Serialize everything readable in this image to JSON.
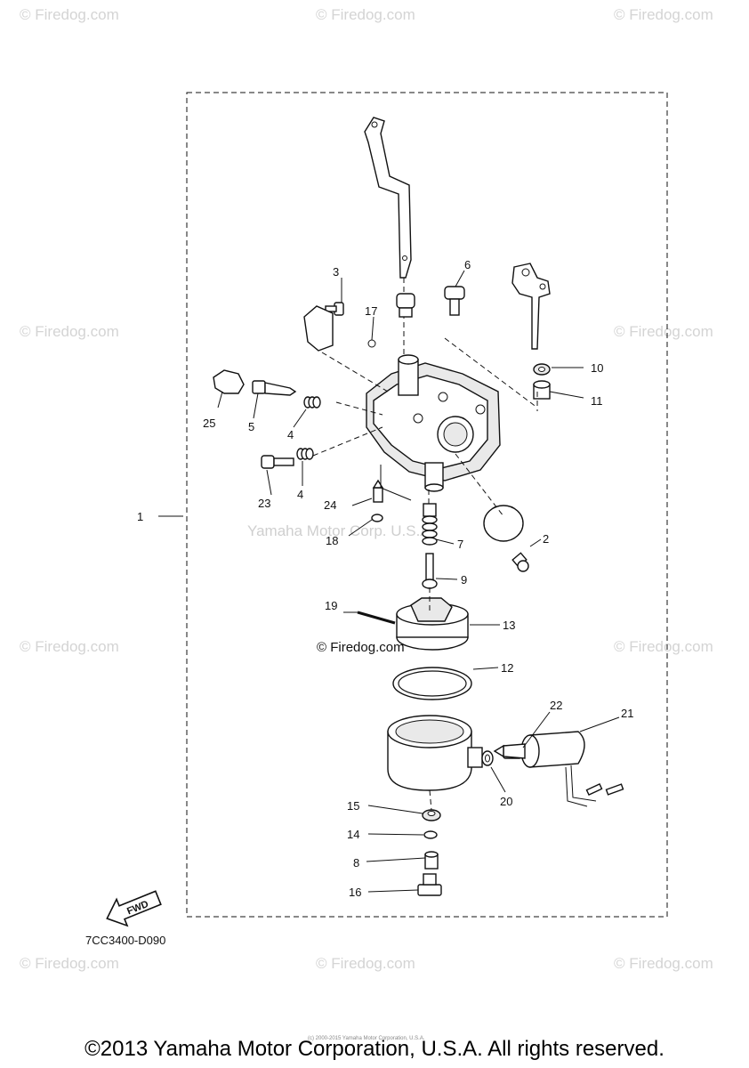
{
  "watermark": "© Firedog.com",
  "mid_watermark": "Yamaha Motor Corp. U.S.A.",
  "callouts": [
    "1",
    "2",
    "3",
    "4",
    "4",
    "5",
    "6",
    "7",
    "8",
    "9",
    "10",
    "11",
    "12",
    "13",
    "14",
    "15",
    "16",
    "17",
    "18",
    "19",
    "20",
    "21",
    "22",
    "23",
    "24",
    "25"
  ],
  "fwd_label": "FWD",
  "diagram_code": "7CC3400-D090",
  "tiny_notice": "(c) 2000-2015 Yamaha Motor Corporation, U.S.A.",
  "copyright": "©2013 Yamaha Motor Corporation, U.S.A. All rights reserved."
}
